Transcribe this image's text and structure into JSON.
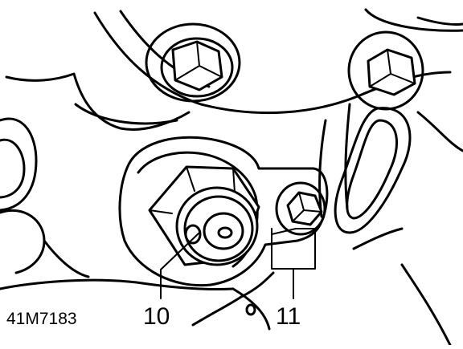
{
  "figure": {
    "id_label": "41M7183",
    "callouts": [
      {
        "label": "10"
      },
      {
        "label": "11"
      }
    ]
  }
}
